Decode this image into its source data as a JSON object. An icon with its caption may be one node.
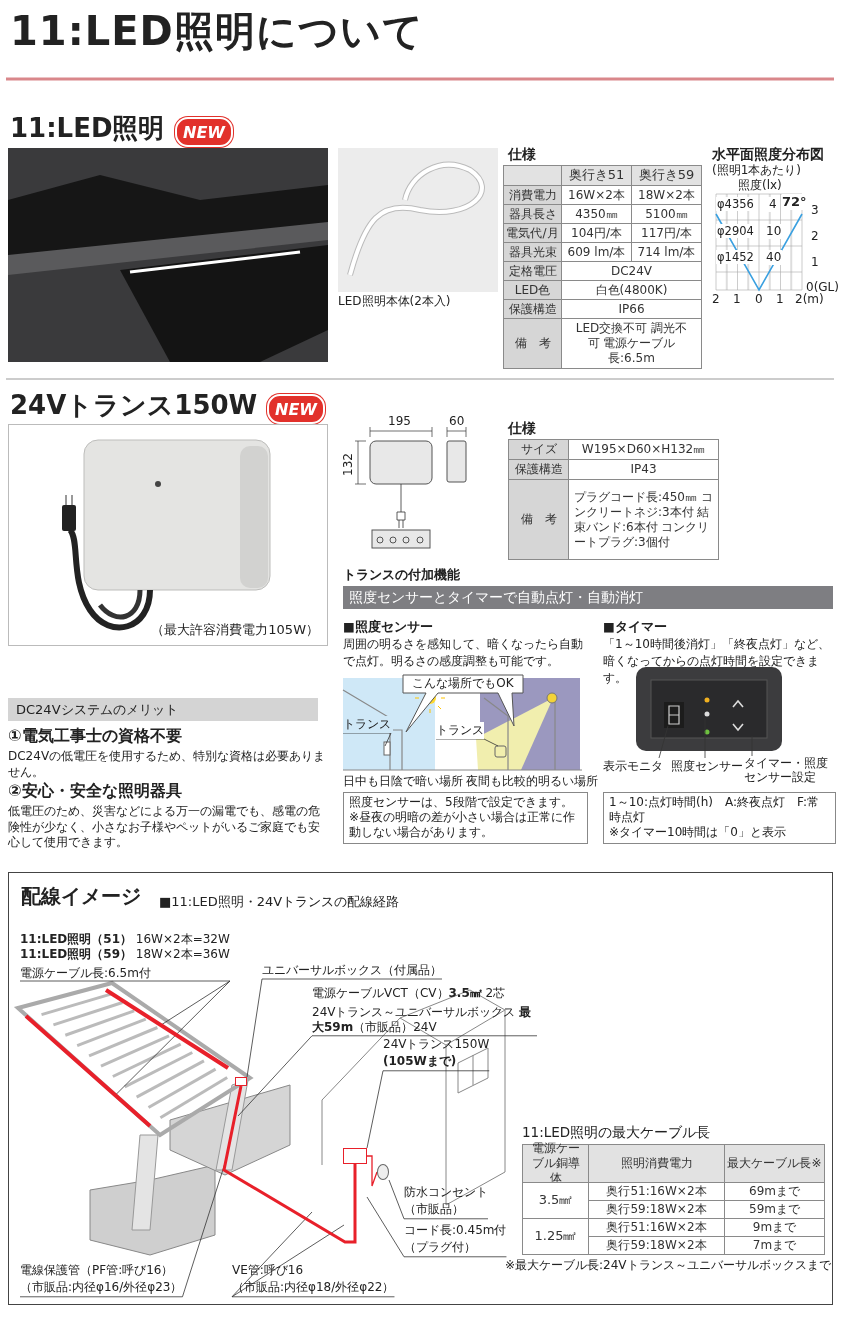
{
  "diagram": {
    "title": "11:LED照明について",
    "nodes": [
      {
        "text": [
          "NEW"
        ]
      },
      {
        "text": [
          "NEW"
        ]
      },
      {
        "text": [
          "（最大許容消費電力105W）"
        ]
      },
      {
        "text": [
          "照度センサーとタイマーで自動点灯・自動消灯"
        ]
      },
      {
        "text": [
          "こんな場所でもOK"
        ]
      },
      {
        "text": [
          "トランス"
        ]
      },
      {
        "text": [
          "トランス"
        ]
      },
      {
        "text": [
          "照度センサーは、5段階で設定できます。",
          "※昼夜の明暗の差が小さい場合は正常に作動しない場合があります。"
        ]
      },
      {
        "text": [
          "表示モニタ"
        ]
      },
      {
        "text": [
          "照度センサー"
        ]
      },
      {
        "text": [
          "タイマー・照度センサー設定"
        ]
      },
      {
        "text": [
          "1～10:点灯時間(h)　A:終夜点灯　F:常時点灯",
          "※タイマー10時間は「0」と表示"
        ]
      },
      {
        "text": [
          "DC24Vシステムのメリット"
        ]
      },
      {
        "text": [
          "配線イメージ",
          "■11:LED照明・24Vトランスの配線経路"
        ]
      },
      {
        "text": [
          "**11:LED照明（51）** 16W×2本=32W",
          "**11:LED照明（59）** 18W×2本=36W",
          "電源ケーブル長:6.5m付"
        ],
        "in": 13
      },
      {
        "text": [
          "ユニバーサルボックス（付属品）"
        ],
        "in": 13
      },
      {
        "text": [
          "電源ケーブルVCT（CV）**3.5㎟** 2芯",
          "24Vトランス～ユニバーサルボックス **最大59m**（市販品）24V"
        ],
        "in": 13
      },
      {
        "text": [
          "24Vトランス150W",
          "(105Wまで)"
        ],
        "in": 13
      },
      {
        "text": [
          "防水コンセント",
          "（市販品）"
        ],
        "in": 13
      },
      {
        "text": [
          "コード長:0.45m付",
          "（プラグ付）"
        ],
        "in": 13
      },
      {
        "text": [
          "電線保護管（PF管:呼び16）",
          "（市販品:内径φ16/外径φ23）"
        ],
        "in": 13
      },
      {
        "text": [
          "VE管:呼び16",
          "（市販品:内径φ18/外径φ22）"
        ],
        "in": 13
      },
      {
        "text": [],
        "shape": "bar",
        "in": 13
      },
      {
        "text": [],
        "shape": "bar",
        "in": 13
      },
      {
        "text": [],
        "shape": "box",
        "in": 13
      },
      {
        "text": [],
        "shape": "box",
        "in": 13
      },
      {
        "text": [],
        "shape": "box",
        "in": 13
      }
    ],
    "edges": [
      {
        "from": 5,
        "to": null,
        "arrow": "none"
      },
      {
        "from": 6,
        "to": null,
        "arrow": "none"
      },
      {
        "from": 8,
        "to": null,
        "arrow": "none"
      },
      {
        "from": 9,
        "to": null,
        "arrow": "none"
      },
      {
        "from": 10,
        "to": null,
        "arrow": "none"
      },
      {
        "from": 14,
        "to": 22,
        "arrow": "none"
      },
      {
        "from": 14,
        "to": 23,
        "arrow": "none"
      },
      {
        "from": 15,
        "to": 24,
        "arrow": "none"
      },
      {
        "from": 16,
        "to": null,
        "arrow": "none"
      },
      {
        "from": 17,
        "to": 25,
        "arrow": "none"
      },
      {
        "from": 18,
        "to": 26,
        "arrow": "none"
      },
      {
        "from": 19,
        "to": null,
        "arrow": "none"
      },
      {
        "from": 20,
        "to": null,
        "arrow": "none"
      },
      {
        "from": 21,
        "to": null,
        "arrow": "none"
      },
      {
        "from": 21,
        "to": null,
        "arrow": "none"
      },
      {
        "from": 24,
        "to": 25,
        "arrow": "none",
        "style": "thick",
        "color": "#e8202a"
      },
      {
        "from": 25,
        "to": 26,
        "arrow": "none",
        "color": "#e8202a"
      }
    ],
    "labels": [
      "11:LED照明",
      "LED照明本体(2本入)",
      "仕様",
      "奥行き51",
      "奥行き59",
      "消費電力",
      "16W×2本",
      "18W×2本",
      "器具長さ",
      "4350㎜",
      "5100㎜",
      "電気代/月",
      "104円/本",
      "117円/本",
      "器具光束",
      "609 lm/本",
      "714 lm/本",
      "定格電圧",
      "DC24V",
      "LED色",
      "白色(4800K)",
      "保護構造",
      "IP66",
      "備　考",
      "LED交換不可 調光不可 電源ケーブル長:6.5m",
      "水平面照度分布図",
      "(照明1本あたり)",
      "照度(lx)",
      "φ4356",
      "4",
      "72°",
      "3",
      "φ2904",
      "10",
      "2",
      "φ1452",
      "40",
      "1",
      "0(GL)",
      "2",
      "1",
      "0",
      "1",
      "2(m)",
      "24Vトランス150W",
      "195",
      "60",
      "132",
      "仕様",
      "サイズ",
      "W195×D60×H132㎜",
      "保護構造",
      "IP43",
      "備　考",
      "プラグコード長:450㎜ コンクリートネジ:3本付 結束バンド:6本付 コンクリートプラグ:3個付",
      "トランスの付加機能",
      "■照度センサー",
      "周囲の明るさを感知して、暗くなったら自動で点灯。明るさの感度調整も可能です。",
      "日中も日陰で暗い場所",
      "夜間も比較的明るい場所",
      "■タイマー",
      "「1～10時間後消灯」「終夜点灯」など、暗くなってからの点灯時間を設定できます。",
      "①電気工事士の資格不要",
      "DC24Vの低電圧を使用するため、特別な資格は必要ありません。",
      "②安心・安全な照明器具",
      "低電圧のため、災害などによる万一の漏電でも、感電の危険性が少なく、小さなお子様やペットがいるご家庭でも安心して使用できます。",
      "11:LED照明の最大ケーブル長",
      "電源ケーブル銅導体",
      "照明消費電力",
      "最大ケーブル長※",
      "3.5㎟",
      "奥行51:16W×2本",
      "69mまで",
      "奥行59:18W×2本",
      "59mまで",
      "1.25㎟",
      "奥行51:16W×2本",
      "9mまで",
      "奥行59:18W×2本",
      "7mまで",
      "※最大ケーブル長:24Vトランス～ユニバーサルボックスまで"
    ]
  }
}
